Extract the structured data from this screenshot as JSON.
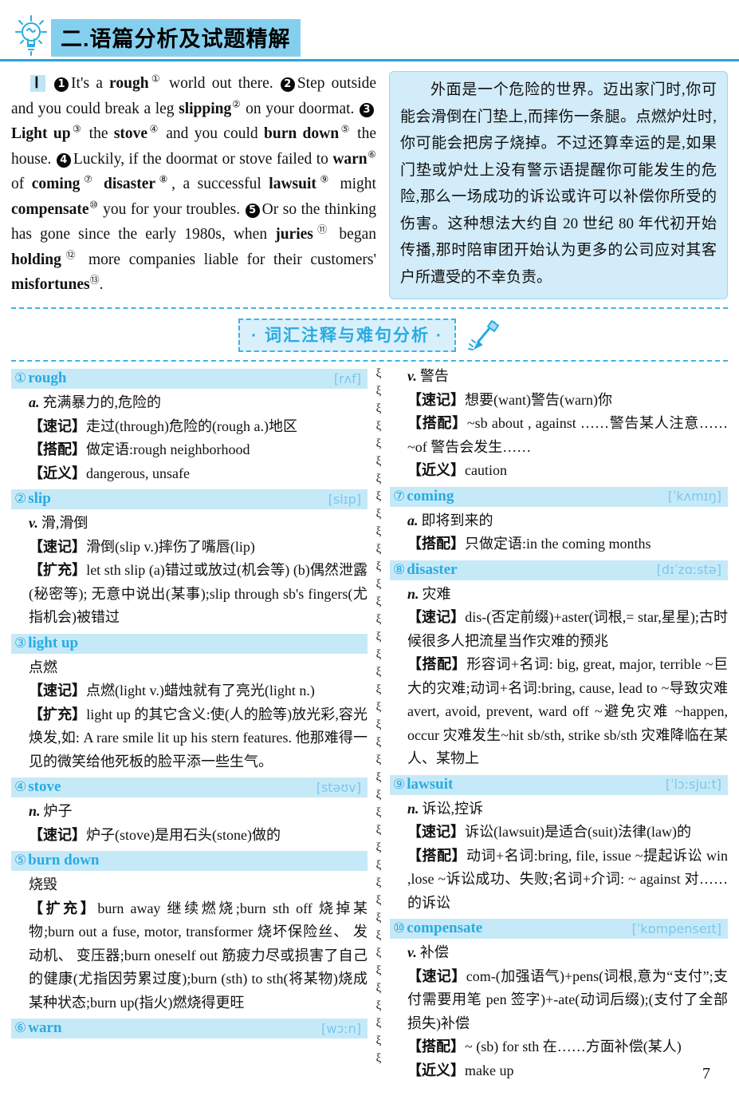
{
  "page": {
    "number": "7"
  },
  "colors": {
    "accent": "#29abe2",
    "title-bg": "#85cfee",
    "rule": "#2aa3da",
    "entry-bg": "#c6e9f8",
    "translation-bg": "#d2ecf9",
    "dash": "#3fb2e4",
    "chip-bg": "#d9f0fb",
    "phonetic": "#79c8ed"
  },
  "header": {
    "icon": "lightbulb-icon",
    "title": "二.语篇分析及试题精解"
  },
  "passage": {
    "roman": "Ⅰ",
    "segments": [
      {
        "marker": "1"
      },
      {
        "text": "It's a "
      },
      {
        "text": "rough",
        "bold": true,
        "sup": "①"
      },
      {
        "text": " world out there. "
      },
      {
        "marker": "2"
      },
      {
        "text": "Step outside and you could break a leg "
      },
      {
        "text": "slipping",
        "bold": true,
        "sup": "②"
      },
      {
        "text": " on your doormat. "
      },
      {
        "marker": "3"
      },
      {
        "text": "Light up",
        "bold": true,
        "sup": "③"
      },
      {
        "text": " the "
      },
      {
        "text": "stove",
        "bold": true,
        "sup": "④"
      },
      {
        "text": " and you could "
      },
      {
        "text": "burn down",
        "bold": true,
        "sup": "⑤"
      },
      {
        "text": " the house. "
      },
      {
        "marker": "4"
      },
      {
        "text": "Luckily, if the doormat or stove failed to "
      },
      {
        "text": "warn",
        "bold": true,
        "sup": "⑥"
      },
      {
        "text": " of "
      },
      {
        "text": "coming",
        "bold": true,
        "sup": "⑦"
      },
      {
        "text": " "
      },
      {
        "text": "disaster",
        "bold": true,
        "sup": "⑧"
      },
      {
        "text": ", a successful "
      },
      {
        "text": "lawsuit",
        "bold": true,
        "sup": "⑨"
      },
      {
        "text": " might "
      },
      {
        "text": "compensate",
        "bold": true,
        "sup": "⑩"
      },
      {
        "text": " you for your troubles. "
      },
      {
        "marker": "5"
      },
      {
        "text": "Or so the thinking has gone since the early 1980s, when "
      },
      {
        "text": "juries",
        "bold": true,
        "sup": "⑪"
      },
      {
        "text": " began "
      },
      {
        "text": "holding",
        "bold": true,
        "sup": "⑫"
      },
      {
        "text": " more companies liable for their customers' "
      },
      {
        "text": "misfortunes",
        "bold": true,
        "sup": "⑬"
      },
      {
        "text": "."
      }
    ]
  },
  "translation": {
    "text": "外面是一个危险的世界。迈出家门时,你可能会滑倒在门垫上,而摔伤一条腿。点燃炉灶时,你可能会把房子烧掉。不过还算幸运的是,如果门垫或炉灶上没有警示语提醒你可能发生的危险,那么一场成功的诉讼或许可以补偿你所受的伤害。这种想法大约自 20 世纪 80 年代初开始传播,那时陪审团开始认为更多的公司应对其客户所遭受的不幸负责。"
  },
  "section": {
    "title": "· 词汇注释与难句分析 ·",
    "icon": "pen-icon"
  },
  "divider_glyph": "ξ",
  "vocab": {
    "left": [
      {
        "num": "①",
        "word": "rough",
        "phonetic": "[rʌf]",
        "lines": [
          {
            "pos": "a.",
            "text": "充满暴力的,危险的"
          },
          {
            "label": "速记",
            "text": "走过(through)危险的(rough a.)地区"
          },
          {
            "label": "搭配",
            "text": "做定语:rough neighborhood"
          },
          {
            "label": "近义",
            "text": "dangerous, unsafe"
          }
        ]
      },
      {
        "num": "②",
        "word": "slip",
        "phonetic": "[slɪp]",
        "lines": [
          {
            "pos": "v.",
            "text": "滑,滑倒"
          },
          {
            "label": "速记",
            "text": "滑倒(slip v.)摔伤了嘴唇(lip)"
          },
          {
            "label": "扩充",
            "text": "let sth slip (a)错过或放过(机会等) (b)偶然泄露(秘密等); 无意中说出(某事);slip through sb's fingers(尤指机会)被错过"
          }
        ]
      },
      {
        "num": "③",
        "word": "light up",
        "phonetic": "",
        "lines": [
          {
            "text": "点燃"
          },
          {
            "label": "速记",
            "text": "点燃(light v.)蜡烛就有了亮光(light n.)"
          },
          {
            "label": "扩充",
            "text": "light up 的其它含义:使(人的脸等)放光彩,容光焕发,如: A rare smile lit up his stern features. 他那难得一见的微笑给他死板的脸平添一些生气。"
          }
        ]
      },
      {
        "num": "④",
        "word": "stove",
        "phonetic": "[stəʊv]",
        "lines": [
          {
            "pos": "n.",
            "text": "炉子"
          },
          {
            "label": "速记",
            "text": "炉子(stove)是用石头(stone)做的"
          }
        ]
      },
      {
        "num": "⑤",
        "word": "burn down",
        "phonetic": "",
        "lines": [
          {
            "text": "烧毁"
          },
          {
            "label": "扩充",
            "text": "burn away 继续燃烧;burn sth off 烧掉某物;burn out a fuse, motor, transformer 烧坏保险丝、 发动机、 变压器;burn oneself out 筋疲力尽或损害了自己的健康(尤指因劳累过度);burn (sth) to sth(将某物)烧成某种状态;burn up(指火)燃烧得更旺"
          }
        ]
      },
      {
        "num": "⑥",
        "word": "warn",
        "phonetic": "[wɔːn]",
        "lines": []
      }
    ],
    "right": [
      {
        "lines": [
          {
            "pos": "v.",
            "text": "警告"
          },
          {
            "label": "速记",
            "text": "想要(want)警告(warn)你"
          },
          {
            "label": "搭配",
            "text": "~sb about , against ……警告某人注意……~of 警告会发生……"
          },
          {
            "label": "近义",
            "text": "caution"
          }
        ]
      },
      {
        "num": "⑦",
        "word": "coming",
        "phonetic": "[ˈkʌmɪŋ]",
        "lines": [
          {
            "pos": "a.",
            "text": "即将到来的"
          },
          {
            "label": "搭配",
            "text": "只做定语:in the coming months"
          }
        ]
      },
      {
        "num": "⑧",
        "word": "disaster",
        "phonetic": "[dɪˈzɑːstə]",
        "lines": [
          {
            "pos": "n.",
            "text": "灾难"
          },
          {
            "label": "速记",
            "text": "dis-(否定前缀)+aster(词根,= star,星星);古时候很多人把流星当作灾难的预兆"
          },
          {
            "label": "搭配",
            "text": "形容词+名词: big, great, major, terrible ~巨大的灾难;动词+名词:bring, cause, lead to ~导致灾难 avert, avoid, prevent, ward off ~避免灾难 ~happen, occur 灾难发生~hit sb/sth, strike sb/sth 灾难降临在某人、某物上"
          }
        ]
      },
      {
        "num": "⑨",
        "word": "lawsuit",
        "phonetic": "[ˈlɔːsjuːt]",
        "lines": [
          {
            "pos": "n.",
            "text": "诉讼,控诉"
          },
          {
            "label": "速记",
            "text": "诉讼(lawsuit)是适合(suit)法律(law)的"
          },
          {
            "label": "搭配",
            "text": "动词+名词:bring, file, issue ~提起诉讼 win ,lose ~诉讼成功、失败;名词+介词: ~ against 对……的诉讼"
          }
        ]
      },
      {
        "num": "⑩",
        "word": "compensate",
        "phonetic": "[ˈkɒmpenseɪt]",
        "lines": [
          {
            "pos": "v.",
            "text": "补偿"
          },
          {
            "label": "速记",
            "text": "com-(加强语气)+pens(词根,意为“支付”;支付需要用笔 pen 签字)+-ate(动词后缀);(支付了全部损失)补偿"
          },
          {
            "label": "搭配",
            "text": "~ (sb) for sth 在……方面补偿(某人)"
          },
          {
            "label": "近义",
            "text": "make up"
          }
        ]
      }
    ]
  }
}
